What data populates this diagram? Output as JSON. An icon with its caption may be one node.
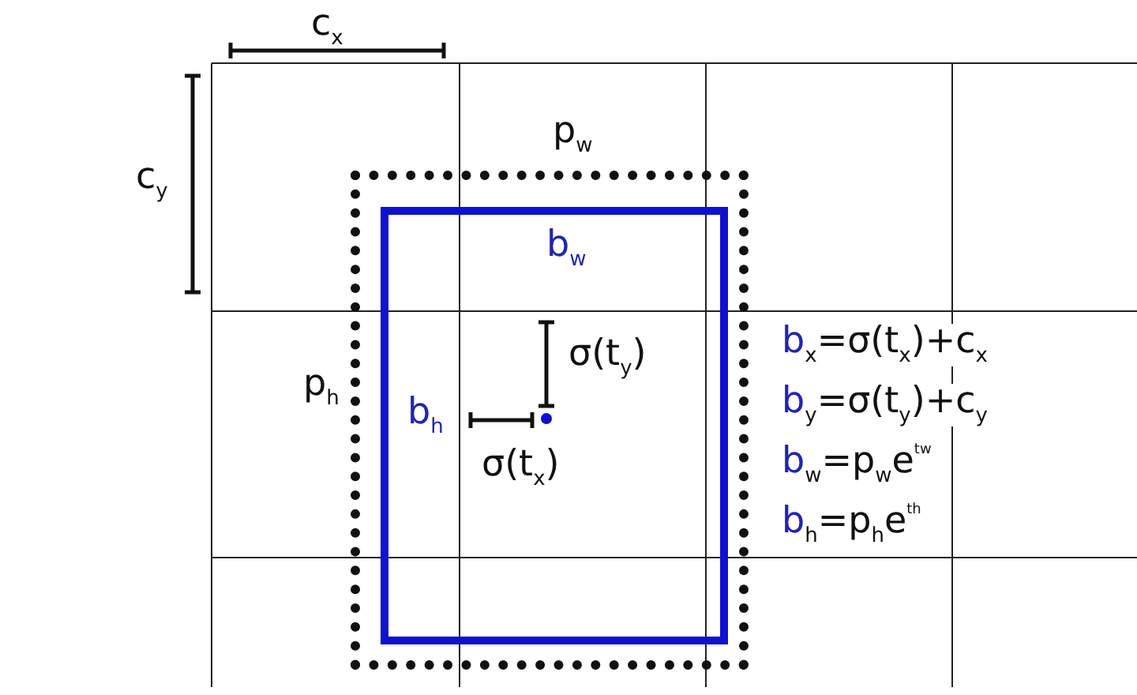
{
  "diagram": {
    "nodes": [
      {
        "text": [],
        "shape": "box",
        "beside": [
          "p$_{w}$",
          "p$_{h}$"
        ]
      },
      {
        "text": [
          "b$_{w}$",
          "b$_{h}$"
        ],
        "in": 0
      }
    ],
    "labels": [
      "c$_{x}$",
      "c$_{y}$",
      "σ(t$_{y}$)",
      "σ(t$_{x}$)",
      "b$_{x}$=σ(t$_{x}$)+c$_{x}$",
      "b$_{y}$=σ(t$_{y}$)+c$_{y}$",
      "b$_{w}$=p$_{w}$e$^{tw}$",
      "b$_{h}$=p$_{h}$e$^{th}$"
    ]
  }
}
